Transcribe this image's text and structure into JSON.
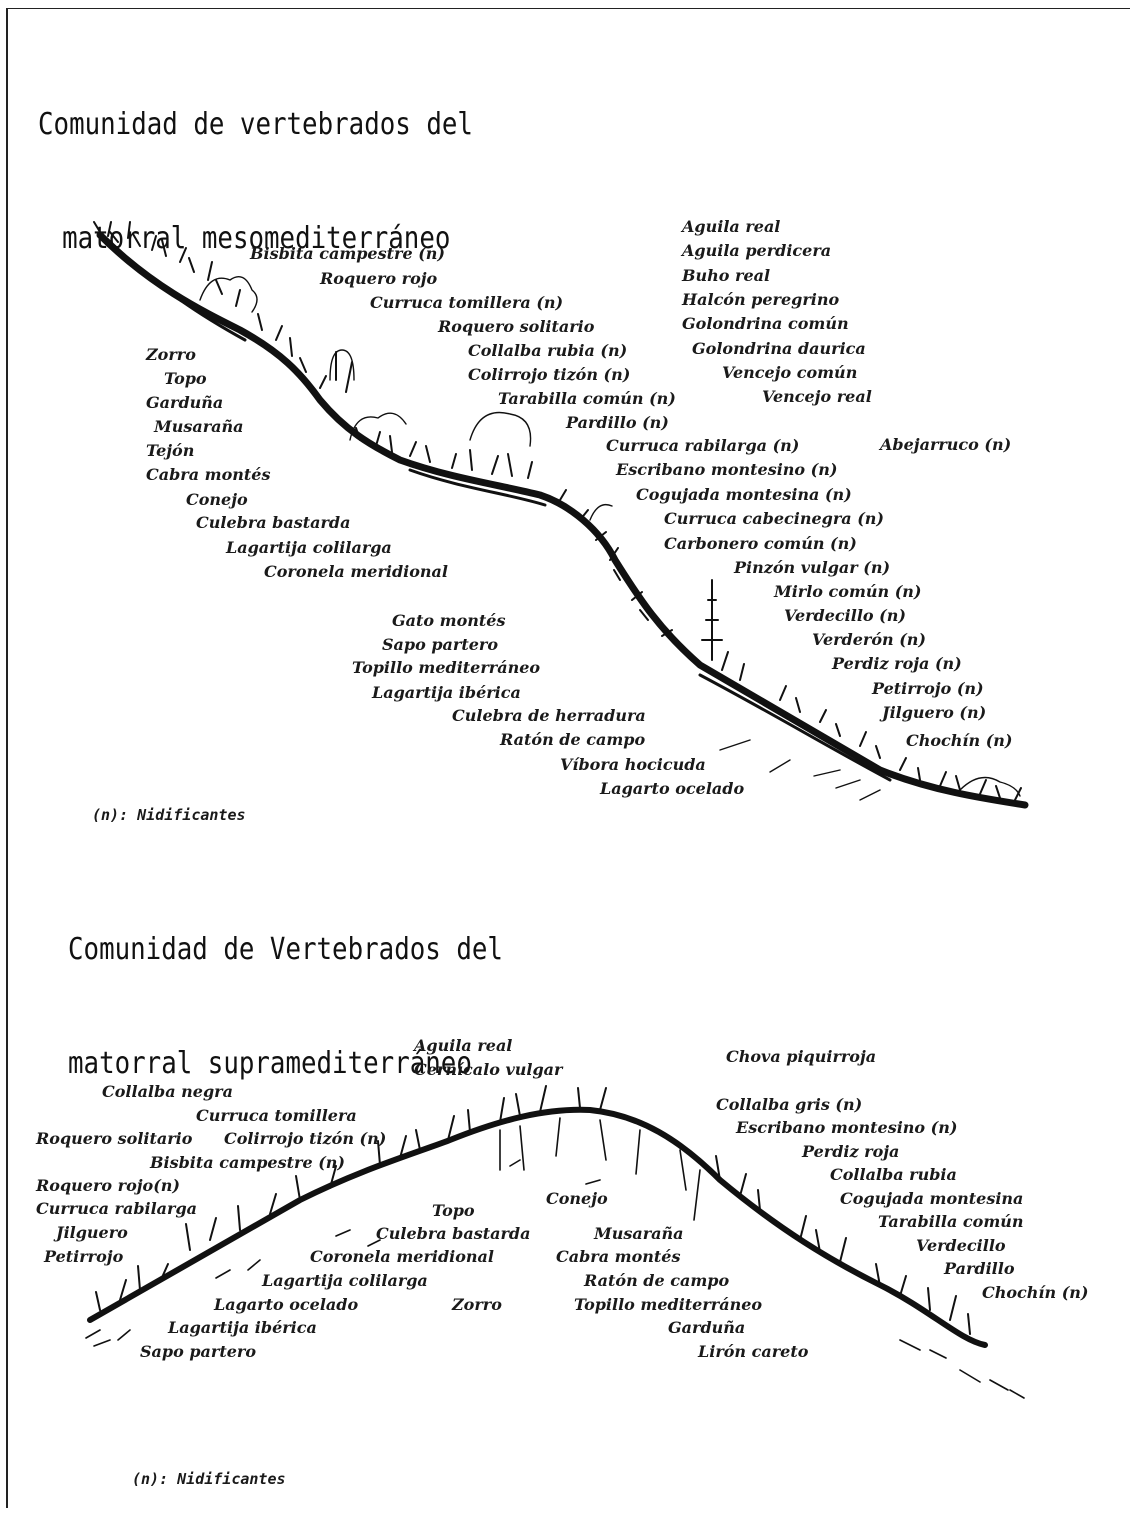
{
  "diagram1": {
    "title": [
      "Comunidad de vertebrados del",
      "matorral mesomediterráneo"
    ],
    "labels": [
      "Bisbita campestre (n)",
      "Roquero rojo",
      "Curruca tomillera (n)",
      "Roquero solitario",
      "Collalba rubia (n)",
      "Colirrojo tizón (n)",
      "Tarabilla común (n)",
      "Pardillo (n)",
      "Aguila real",
      "Aguila perdicera",
      "Buho real",
      "Halcón peregrino",
      "Golondrina común",
      "Golondrina daurica",
      "Vencejo común",
      "Vencejo real",
      "Abejarruco (n)",
      "Curruca rabilarga (n)",
      "Escribano montesino (n)",
      "Cogujada montesina (n)",
      "Curruca cabecinegra (n)",
      "Carbonero común (n)",
      "Pinzón vulgar (n)",
      "Mirlo común (n)",
      "Verdecillo (n)",
      "Verderón (n)",
      "Perdiz roja (n)",
      "Petirrojo (n)",
      "Jilguero (n)",
      "Chochín (n)",
      "Zorro",
      "Topo",
      "Garduña",
      "Musaraña",
      "Tejón",
      "Cabra montés",
      "Conejo",
      "Culebra bastarda",
      "Lagartija colilarga",
      "Coronela meridional",
      "Gato montés",
      "Sapo partero",
      "Topillo mediterráneo",
      "Lagartija ibérica",
      "Culebra de herradura",
      "Ratón de campo",
      "Víbora hocicuda",
      "Lagarto ocelado"
    ],
    "note": "(n): Nidificantes"
  },
  "diagram2": {
    "title": [
      "Comunidad de Vertebrados del",
      "matorral supramediterráneo"
    ],
    "labels": [
      "Aguila real",
      "Cernícalo vulgar",
      "Chova piquirroja",
      "Collalba negra",
      "Curruca tomillera",
      "Roquero solitario",
      "Colirrojo tizón (n)",
      "Bisbita campestre (n)",
      "Roquero rojo(n)",
      "Curruca rabilarga",
      "Jilguero",
      "Petirrojo",
      "Collalba gris (n)",
      "Escribano montesino (n)",
      "Perdiz roja",
      "Collalba rubia",
      "Cogujada montesina",
      "Tarabilla común",
      "Verdecillo",
      "Pardillo",
      "Chochín (n)",
      "Topo",
      "Conejo",
      "Culebra bastarda",
      "Musaraña",
      "Coronela meridional",
      "Cabra montés",
      "Lagartija colilarga",
      "Ratón de campo",
      "Lagarto ocelado",
      "Zorro",
      "Topillo mediterráneo",
      "Lagartija ibérica",
      "Garduña",
      "Sapo partero",
      "Lirón careto"
    ],
    "note": "(n): Nidificantes"
  }
}
